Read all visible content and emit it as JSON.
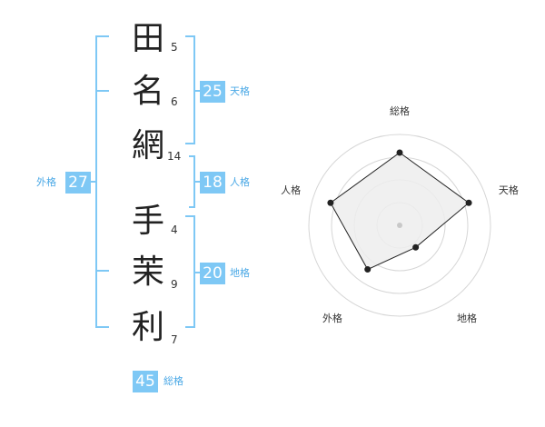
{
  "characters": [
    {
      "kanji": "田",
      "strokes": "5"
    },
    {
      "kanji": "名",
      "strokes": "6"
    },
    {
      "kanji": "網",
      "strokes": "14"
    },
    {
      "kanji": "手",
      "strokes": "4"
    },
    {
      "kanji": "茉",
      "strokes": "9"
    },
    {
      "kanji": "利",
      "strokes": "7"
    }
  ],
  "fortunes": {
    "tenkaku": {
      "label": "天格",
      "value": "25"
    },
    "jinkaku": {
      "label": "人格",
      "value": "18"
    },
    "chikaku": {
      "label": "地格",
      "value": "20"
    },
    "gaikaku": {
      "label": "外格",
      "value": "27"
    },
    "soukaku": {
      "label": "総格",
      "value": "45"
    }
  },
  "colors": {
    "bracket": "#7ec8f5",
    "badge": "#7ec8f5",
    "label": "#4aa8e6",
    "polygon_fill": "#ededed"
  },
  "chart_data": {
    "type": "radar",
    "axes": [
      "総格",
      "天格",
      "地格",
      "外格",
      "人格"
    ],
    "values": [
      0.8,
      0.8,
      0.3,
      0.6,
      0.8
    ],
    "range": [
      0,
      1
    ],
    "rings": 4
  }
}
